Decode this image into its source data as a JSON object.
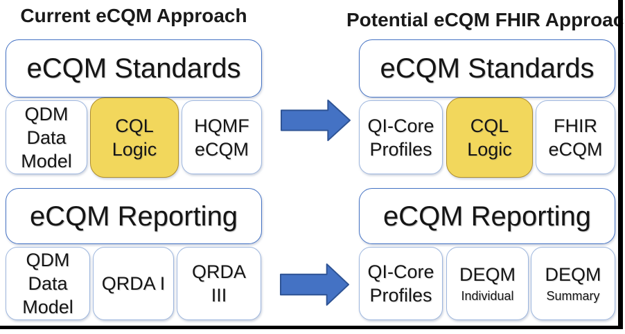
{
  "diagram": {
    "left": {
      "heading": "Current eCQM Approach",
      "standards": {
        "title": "eCQM Standards",
        "items": [
          {
            "line1": "QDM",
            "line2": "Data",
            "line3": "Model"
          },
          {
            "line1": "CQL",
            "line2": "Logic"
          },
          {
            "line1": "HQMF",
            "line2": "eCQM"
          }
        ]
      },
      "reporting": {
        "title": "eCQM Reporting",
        "items": [
          {
            "line1": "QDM",
            "line2": "Data",
            "line3": "Model"
          },
          {
            "line1": "QRDA I"
          },
          {
            "line1": "QRDA",
            "line2": "III"
          }
        ]
      }
    },
    "right": {
      "heading": "Potential eCQM FHIR Approach",
      "standards": {
        "title": "eCQM Standards",
        "items": [
          {
            "line1": "QI-Core",
            "line2": "Profiles"
          },
          {
            "line1": "CQL",
            "line2": "Logic"
          },
          {
            "line1": "FHIR",
            "line2": "eCQM"
          }
        ]
      },
      "reporting": {
        "title": "eCQM Reporting",
        "items": [
          {
            "line1": "QI-Core",
            "line2": "Profiles"
          },
          {
            "line1": "DEQM",
            "sub": "Individual"
          },
          {
            "line1": "DEQM",
            "sub": "Summary"
          }
        ]
      }
    },
    "colors": {
      "highlight_fill": "#F2D75C",
      "highlight_border": "#AD8C2D",
      "small_box_border": "#9DB6DE",
      "section_box_border": "#4472C4",
      "arrow_fill": "#4472C4",
      "arrow_edge": "#2E5394",
      "frame": "#000000",
      "background": "#FFFFFF",
      "text": "#1A1A1A"
    }
  }
}
